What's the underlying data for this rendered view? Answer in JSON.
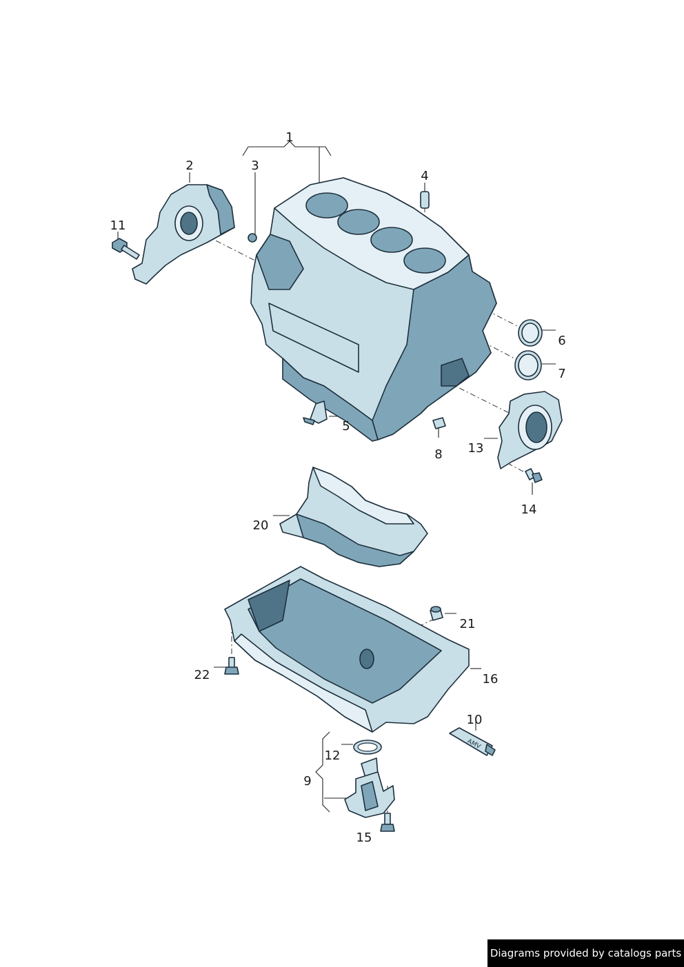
{
  "callouts": {
    "c1": "1",
    "c2": "2",
    "c3": "3",
    "c4": "4",
    "c5": "5",
    "c6": "6",
    "c7": "7",
    "c8": "8",
    "c9": "9",
    "c10": "10",
    "c11": "11",
    "c12": "12",
    "c13": "13",
    "c14": "14",
    "c15": "15",
    "c16": "16",
    "c20": "20",
    "c21": "21",
    "c22": "22"
  },
  "tube_label": "AMV",
  "credit": "Diagrams provided by catalogs parts",
  "colors": {
    "part_fill": "#c9dfe8",
    "part_shade": "#7fa6b8",
    "outline": "#1d2f3c"
  }
}
